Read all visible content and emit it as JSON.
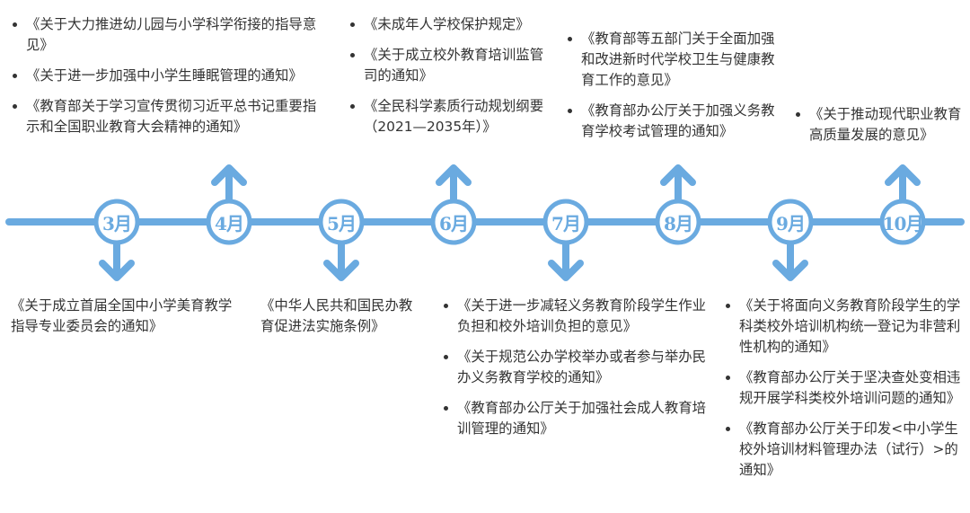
{
  "colors": {
    "line": "#6aaae0",
    "node_fill": "#ffffff",
    "text": "#333333"
  },
  "timeline": {
    "months": [
      {
        "label": "3月",
        "direction": "down"
      },
      {
        "label": "4月",
        "direction": "up"
      },
      {
        "label": "5月",
        "direction": "down"
      },
      {
        "label": "6月",
        "direction": "up"
      },
      {
        "label": "7月",
        "direction": "down"
      },
      {
        "label": "8月",
        "direction": "up"
      },
      {
        "label": "9月",
        "direction": "down"
      },
      {
        "label": "10月",
        "direction": "up"
      }
    ]
  },
  "groups": {
    "apr": [
      "《关于大力推进幼儿园与小学科学衔接的指导意见》",
      "《关于进一步加强中小学生睡眠管理的通知》",
      "《教育部关于学习宣传贯彻习近平总书记重要指示和全国职业教育大会精神的通知》"
    ],
    "jun": [
      "《未成年人学校保护规定》",
      "《关于成立校外教育培训监管司的通知》",
      "《全民科学素质行动规划纲要（2021—2035年）》"
    ],
    "aug": [
      "《教育部等五部门关于全面加强和改进新时代学校卫生与健康教育工作的意见》",
      "《教育部办公厅关于加强义务教育学校考试管理的通知》"
    ],
    "oct": [
      "《关于推动现代职业教育高质量发展的意见》"
    ],
    "mar": [
      "《关于成立首届全国中小学美育教学指导专业委员会的通知》"
    ],
    "may": [
      "《中华人民共和国民办教育促进法实施条例》"
    ],
    "jul": [
      "《关于进一步减轻义务教育阶段学生作业负担和校外培训负担的意见》",
      "《关于规范公办学校举办或者参与举办民办义务教育学校的通知》",
      "《教育部办公厅关于加强社会成人教育培训管理的通知》"
    ],
    "sep": [
      "《关于将面向义务教育阶段学生的学科类校外培训机构统一登记为非营利性机构的通知》",
      "《教育部办公厅关于坚决查处变相违规开展学科类校外培训问题的通知》",
      "《教育部办公厅关于印发<中小学生校外培训材料管理办法（试行）>的通知》"
    ]
  }
}
